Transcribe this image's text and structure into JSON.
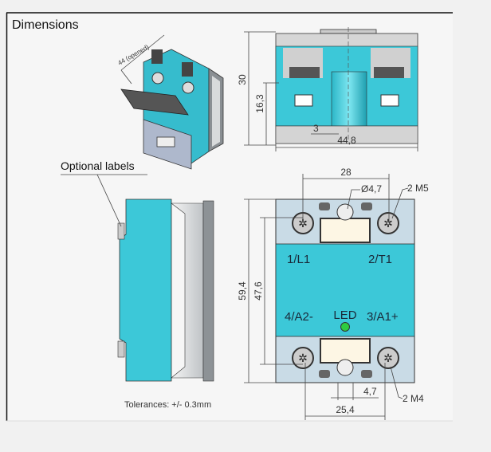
{
  "title": "Dimensions",
  "isometric_view": {
    "dimension_label": "44 (opened)"
  },
  "front_view": {
    "height_total": "30",
    "height_partial": "16,3",
    "offset": "3",
    "width": "44,8"
  },
  "side_view": {
    "callout": "Optional labels"
  },
  "top_view": {
    "width_screws": "28",
    "hole_diameter": "Ø4,7",
    "screws_top": "2 M5",
    "height_total": "59,4",
    "height_screws": "47,6",
    "slot_width": "4,7",
    "width_bottom_screws": "25,4",
    "screws_bottom": "2 M4",
    "terminals": {
      "t1": "1/L1",
      "t2": "2/T1",
      "t4": "4/A2-",
      "t3": "3/A1+"
    },
    "led_label": "LED"
  },
  "tolerances": "Tolerances: +/- 0.3mm",
  "colors": {
    "housing": "#3cc8d8",
    "housing_dark": "#1e9fb0",
    "grey": "#cfd3d6",
    "led": "#2ecc40"
  }
}
